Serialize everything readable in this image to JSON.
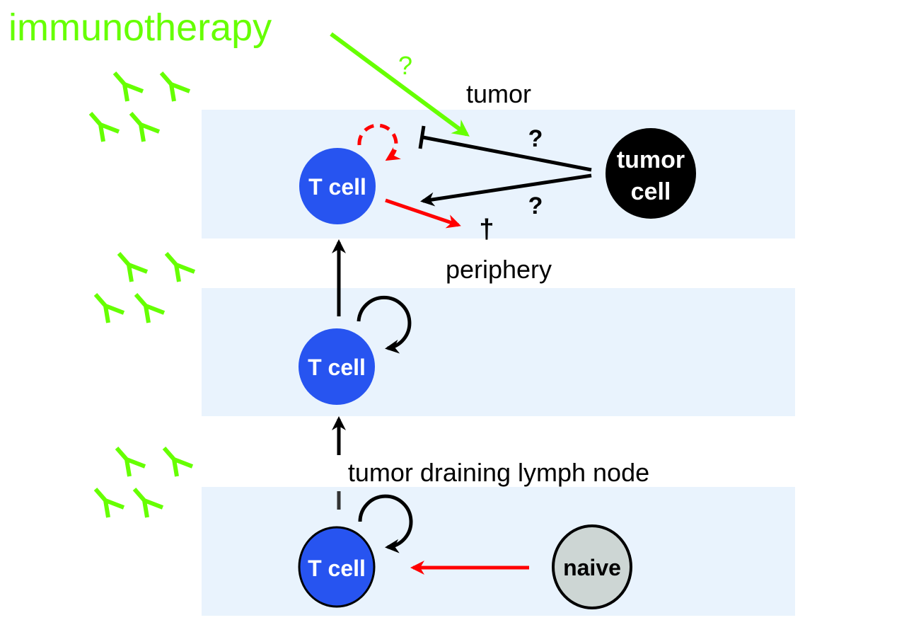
{
  "title_label": "immunotherapy",
  "question_mark": "?",
  "compartments": [
    {
      "id": "tumor",
      "label": "tumor"
    },
    {
      "id": "periphery",
      "label": "periphery"
    },
    {
      "id": "lymph",
      "label": "tumor draining lymph node"
    }
  ],
  "nodes": {
    "tcell_tumor": "T cell",
    "tcell_periphery": "T cell",
    "tcell_lymph": "T cell",
    "tumor_cell_line1": "tumor",
    "tumor_cell_line2": "cell",
    "naive": "naive"
  },
  "symbols": {
    "death": "†",
    "q_inhibit": "?",
    "q_activate": "?"
  },
  "colors": {
    "panel_bg": "#e9f3fd",
    "tcell_blue": "#2754f0",
    "tumor_black": "#000000",
    "naive_gray": "#cdd6d4",
    "immuno_green": "#66ff00",
    "arrow_red": "#ff0000",
    "arrow_black": "#000000"
  }
}
